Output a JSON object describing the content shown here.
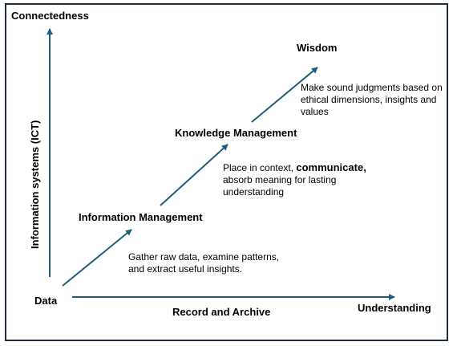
{
  "diagram": {
    "y_axis_title": "Connectedness",
    "y_axis_label": "Information systems (ICT)",
    "x_axis_title": "Understanding",
    "x_axis_label": "Record and Archive",
    "origin_label": "Data",
    "stages": [
      {
        "title": "Information Management",
        "description": "Gather raw data, examine patterns, and extract useful insights."
      },
      {
        "title": "Knowledge Management",
        "description_before": "Place in context, ",
        "description_emphasis": "communicate,",
        "description_after": " absorb meaning for lasting understanding"
      },
      {
        "title": "Wisdom",
        "description": "Make sound judgments based on ethical dimensions, insights and values"
      }
    ],
    "colors": {
      "arrow": "#1f5f7a",
      "frame": "#1f2d3d",
      "text": "#000000"
    }
  }
}
